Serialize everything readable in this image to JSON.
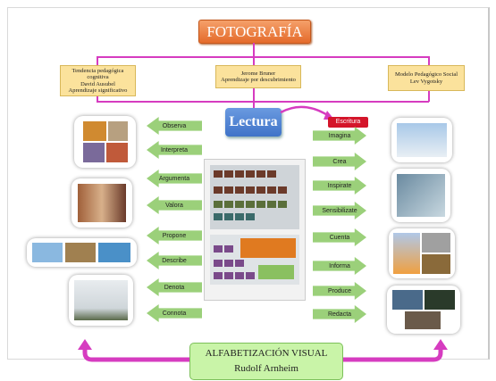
{
  "title": "FOTOGRAFÍA",
  "theories": [
    {
      "lines": [
        "Tendencia pedagógica",
        "cognitiva",
        "David Ausubel",
        "Aprendizaje significativo"
      ]
    },
    {
      "lines": [
        "Jerome Bruner",
        "Aprendizaje por descubrimiento"
      ]
    },
    {
      "lines": [
        "Modelo Pedagógico Social",
        "Lev Vygotsky"
      ]
    }
  ],
  "center": {
    "lectura": "Lectura",
    "escritura": "Escritura"
  },
  "left_arrows": [
    "Observa",
    "Interpreta",
    "Argumenta",
    "Valora",
    "Propone",
    "Describe",
    "Denota",
    "Connota"
  ],
  "right_arrows": [
    "Imagina",
    "Crea",
    "Inspirate",
    "Sensibilizate",
    "Cuenta",
    "Informa",
    "Produce",
    "Redacta"
  ],
  "footer": {
    "line1": "ALFABETIZACIÓN VISUAL",
    "line2": "Rudolf Arnheim"
  },
  "colors": {
    "title_bg": "#e46b2b",
    "connector": "#d63cc0",
    "lectura_bg": "#3f73c8",
    "escritura_bg": "#d4152a",
    "arrow_green": "#9bd07a",
    "footer_bg": "#c9f4a8",
    "box_bg": "#fbe29c"
  }
}
